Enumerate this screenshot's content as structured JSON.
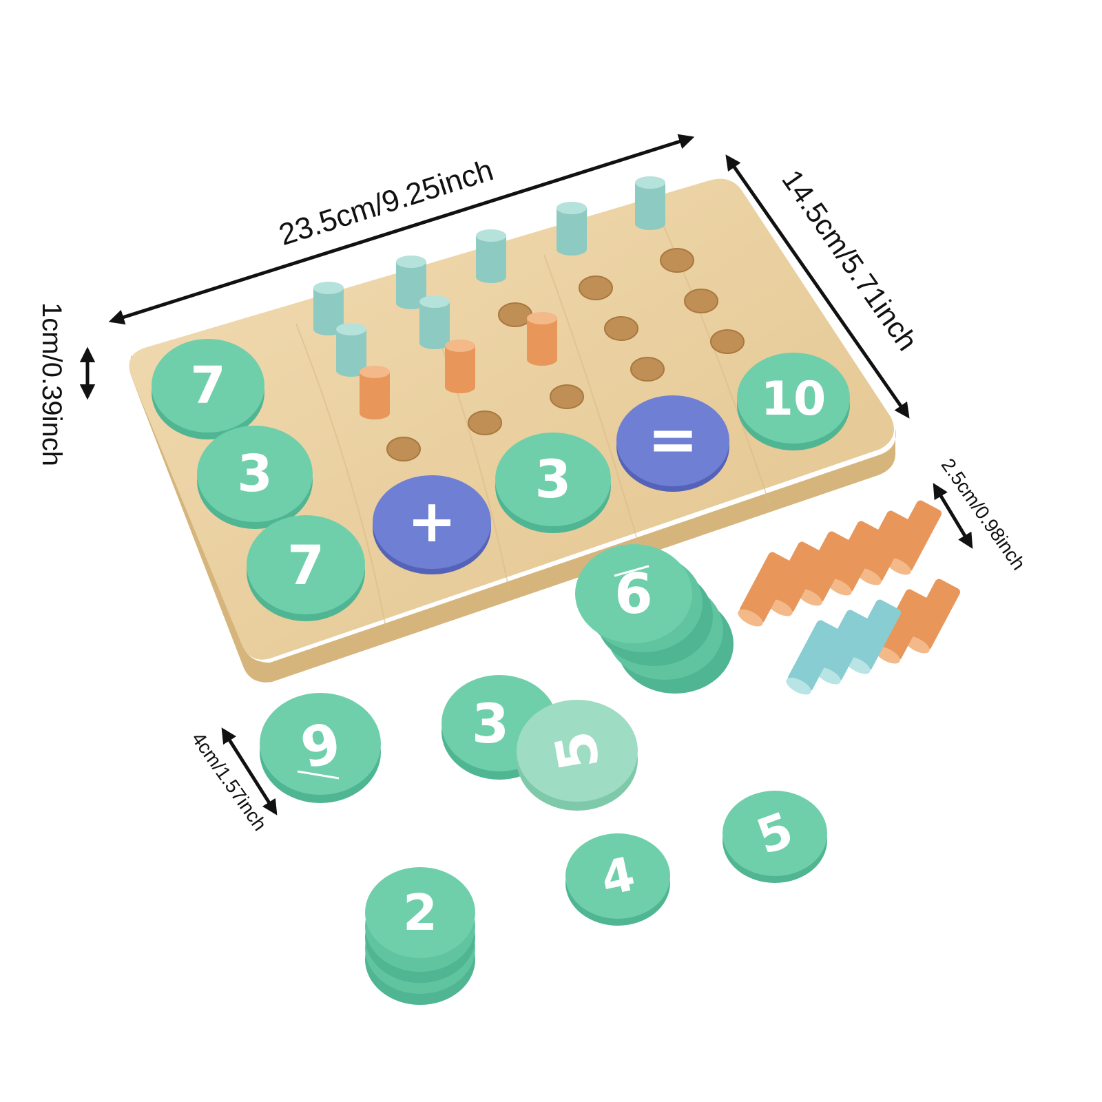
{
  "dimensions": {
    "length": "23.5cm/9.25inch",
    "width": "14.5cm/5.71inch",
    "thickness": "1cm/0.39inch",
    "stick_length": "2.5cm/0.98inch",
    "disc_diameter": "4cm/1.57inch"
  },
  "board_discs": {
    "left_top": "7",
    "left_middle": "3",
    "left_bottom": "7",
    "plus_sign": "+",
    "second_addend": "3",
    "equals_sign": "=",
    "result": "10"
  },
  "loose_discs": {
    "stack_six": "6",
    "single_six": "6",
    "three": "3",
    "five_tilted": "5",
    "five": "5",
    "four": "4",
    "stack_two": "2"
  },
  "colors": {
    "mint_disc": "#6fcfab",
    "symbol_disc": "#6f7fd3",
    "wood": "#ecd3a4",
    "blue_peg": "#93d0c8",
    "orange_peg": "#ea9b62"
  }
}
